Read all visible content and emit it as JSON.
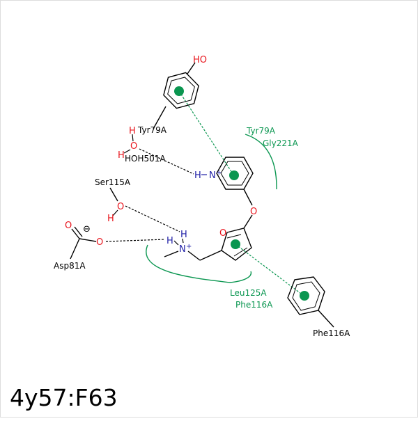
{
  "title": "4y57:F63",
  "colors": {
    "bond": "#000000",
    "oxygen": "#e8141c",
    "nitrogen": "#1f1fa6",
    "contact": "#0a9650",
    "hbond": "#000000",
    "background": "#ffffff"
  },
  "labels": {
    "oh_top": "HO",
    "tyr79a_residue": "Tyr79A",
    "water_h1": "H",
    "water_o": "O",
    "water_h2": "H",
    "hoh501a": "HOH501A",
    "pyridine_h": "H",
    "pyridine_n": "N",
    "plus": "+",
    "ring_link_o": "O",
    "furan_o": "O",
    "ser115a": "Ser115A",
    "ser_o": "O",
    "ser_h": "H",
    "asp_o1": "O",
    "asp_o2": "O",
    "minus": "⊖",
    "asp81a": "Asp81A",
    "amine_h1": "H",
    "amine_h2": "H",
    "amine_n": "N",
    "amine_plus": "+",
    "contact_tyr79a": "Tyr79A",
    "contact_gly221a": "Gly221A",
    "contact_leu125a": "Leu125A",
    "contact_phe116a": "Phe116A",
    "phe116a_residue": "Phe116A"
  }
}
